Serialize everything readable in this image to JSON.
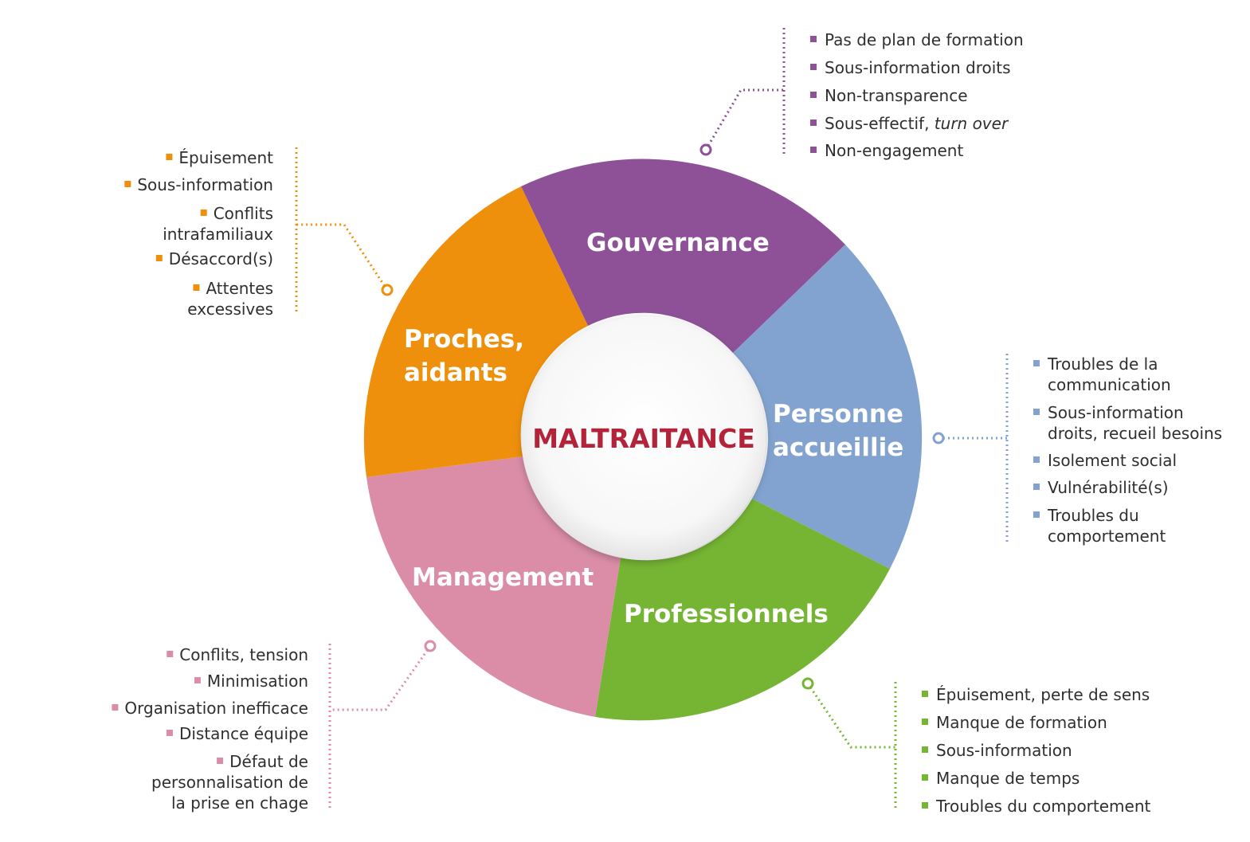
{
  "center": {
    "label": "MALTRAITANCE",
    "color": "#b3243a"
  },
  "segments": [
    {
      "id": "gouvernance",
      "label_lines": [
        "Gouvernance"
      ],
      "color": "#8e5198",
      "items": [
        {
          "lines": [
            "Pas de plan de formation"
          ]
        },
        {
          "lines": [
            "Sous-information droits"
          ]
        },
        {
          "lines": [
            "Non-transparence"
          ]
        },
        {
          "lines": [
            "Sous-effectif, ",
            "turn over"
          ],
          "italic_tail": true
        },
        {
          "lines": [
            "Non-engagement"
          ]
        }
      ]
    },
    {
      "id": "personne",
      "label_lines": [
        "Personne",
        "accueillie"
      ],
      "color": "#82a3cf",
      "items": [
        {
          "lines": [
            "Troubles de la",
            "communication"
          ]
        },
        {
          "lines": [
            "Sous-information",
            "droits, recueil besoins"
          ]
        },
        {
          "lines": [
            "Isolement social"
          ]
        },
        {
          "lines": [
            "Vulnérabilité(s)"
          ]
        },
        {
          "lines": [
            "Troubles du",
            "comportement"
          ]
        }
      ]
    },
    {
      "id": "professionnels",
      "label_lines": [
        "Professionnels"
      ],
      "color": "#76b533",
      "items": [
        {
          "lines": [
            "Épuisement, perte de sens"
          ]
        },
        {
          "lines": [
            "Manque de formation"
          ]
        },
        {
          "lines": [
            "Sous-information"
          ]
        },
        {
          "lines": [
            "Manque de temps"
          ]
        },
        {
          "lines": [
            "Troubles du comportement"
          ]
        }
      ]
    },
    {
      "id": "management",
      "label_lines": [
        "Management"
      ],
      "color": "#db8da8",
      "items": [
        {
          "lines": [
            "Conflits, tension"
          ]
        },
        {
          "lines": [
            "Minimisation"
          ]
        },
        {
          "lines": [
            "Organisation inefficace"
          ]
        },
        {
          "lines": [
            "Distance équipe"
          ]
        },
        {
          "lines": [
            "Défaut de",
            "personnalisation de",
            "la prise en chage"
          ]
        }
      ]
    },
    {
      "id": "proches",
      "label_lines": [
        "Proches,",
        "aidants"
      ],
      "color": "#ef900c",
      "items": [
        {
          "lines": [
            "Épuisement"
          ]
        },
        {
          "lines": [
            "Sous-information"
          ]
        },
        {
          "lines": [
            "Conflits",
            "intrafamiliaux"
          ]
        },
        {
          "lines": [
            "Désaccord(s)"
          ]
        },
        {
          "lines": [
            "Attentes",
            "excessives"
          ]
        }
      ]
    }
  ]
}
